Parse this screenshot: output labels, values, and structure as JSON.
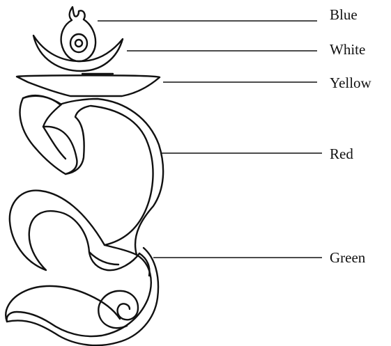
{
  "diagram": {
    "labels": {
      "blue": "Blue",
      "white": "White",
      "yellow": "Yellow",
      "red": "Red",
      "green": "Green"
    },
    "colors": {
      "stroke": "#111111",
      "background": "#ffffff"
    }
  }
}
